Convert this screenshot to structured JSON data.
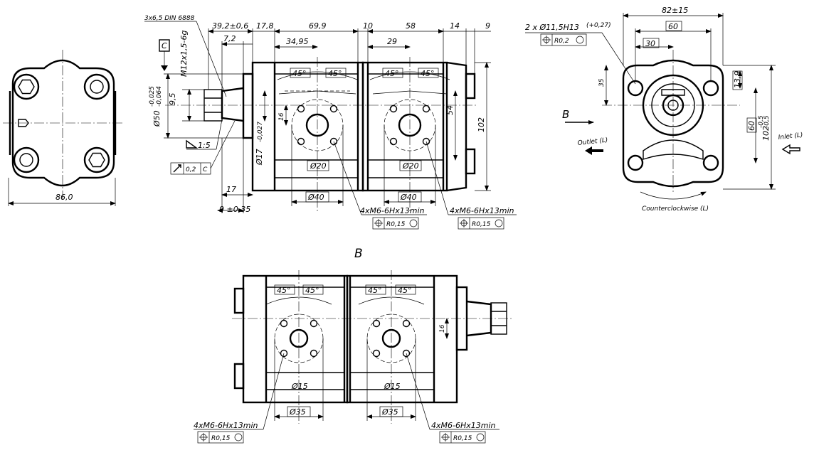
{
  "left_view": {
    "width_dim": "86,0"
  },
  "front_view": {
    "thread_spec": "3x6,5 DIN 6888",
    "datum": "C",
    "thread": "M12x1,5-6g",
    "dims_top": [
      "39,2±0,6",
      "17,8",
      "69,9",
      "10",
      "58",
      "14",
      "9"
    ],
    "dims_second": [
      "7,2",
      "34,95",
      "29"
    ],
    "vert_small": "9,5",
    "dia50": "Ø50",
    "dia50_tol": [
      "-0,025",
      "-0,064"
    ],
    "taper": "1:5",
    "runout": "0,2",
    "runout_datum": "C",
    "dia17": "Ø17",
    "dia17_tol": "-0,027",
    "dim16": "16",
    "dim54": "54",
    "dim102": "102",
    "angles": [
      "45°",
      "45°",
      "45°",
      "45°"
    ],
    "bores": [
      "Ø20",
      "Ø20"
    ],
    "bolt_circles": [
      "Ø40",
      "Ø40"
    ],
    "dim17": "17",
    "dim9": "9 ±0,35",
    "thread_note": [
      "4xM6-6Hx13min",
      "4xM6-6Hx13min"
    ],
    "position_tol": [
      "R0,15",
      "R0,15"
    ]
  },
  "right_view": {
    "width": "82±15",
    "bolt_holes": "2 x Ø11,5H13",
    "bolt_holes_tol": "(+0,27)",
    "position_tol": "R0,2",
    "dim60": "60",
    "dim30": "30",
    "dim35": "35",
    "dim13_9": "13,9",
    "dim60v": "60",
    "dim102": "102",
    "dim102_tol": [
      "-0,5",
      "-0,5"
    ],
    "view_label": "B",
    "outlet": "Outlet (L)",
    "inlet": "Inlet (L)",
    "rotation": "Counterclockwise (L)"
  },
  "view_b": {
    "title": "B",
    "angles": [
      "45°",
      "45°",
      "45°",
      "45°"
    ],
    "dim16": "16",
    "bores": [
      "Ø15",
      "Ø15"
    ],
    "bolt_circles": [
      "Ø35",
      "Ø35"
    ],
    "thread_note": [
      "4xM6-6Hx13min",
      "4xM6-6Hx13min"
    ],
    "position_tol": [
      "R0,15",
      "R0,15"
    ]
  }
}
